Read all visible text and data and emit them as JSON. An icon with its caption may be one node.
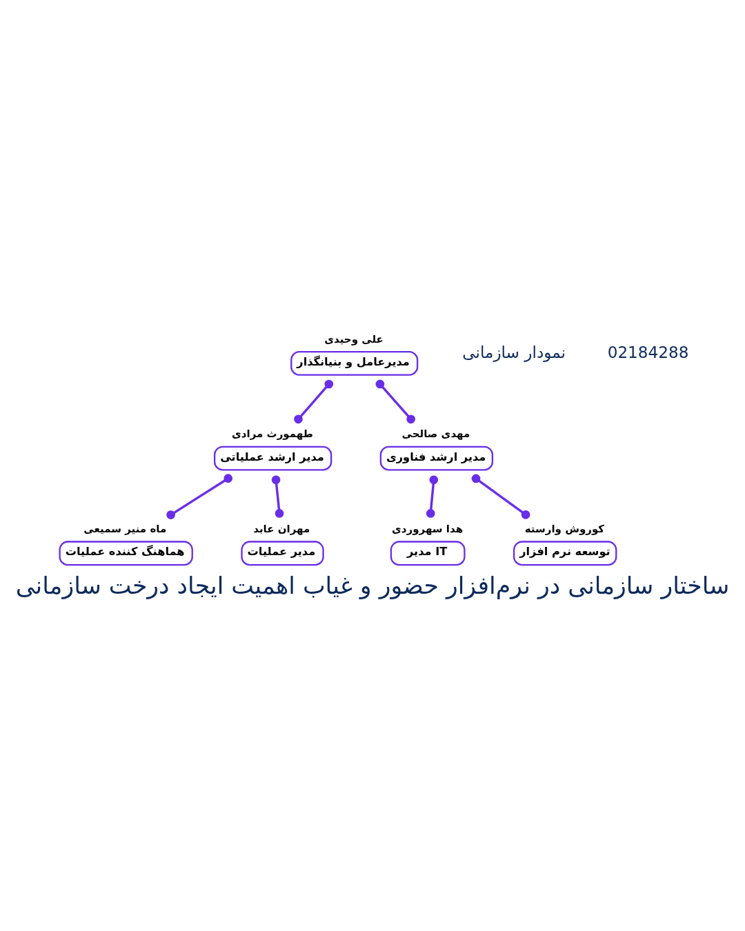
{
  "diagram": {
    "title": "ساختار سازمانی در نرم‌افزار حضور و غیاب اهمیت ایجاد درخت سازمانی",
    "nodes": [
      {
        "text": [
          "علی وحیدی",
          "مدیرعامل و بنیانگذار"
        ]
      },
      {
        "text": [
          "مهدی صالحی",
          "مدیر ارشد فناوری"
        ]
      },
      {
        "text": [
          "طهمورث مرادی",
          "مدیر ارشد عملیاتی"
        ]
      },
      {
        "text": [
          "کوروش وارسته",
          "توسعه نرم افزار"
        ]
      },
      {
        "text": [
          "هدا سهروردی",
          "مدیر IT"
        ]
      },
      {
        "text": [
          "مهران عابد",
          "مدیر عملیات"
        ]
      },
      {
        "text": [
          "ماه منیر سمیعی",
          "هماهنگ کننده عملیات"
        ]
      }
    ],
    "edges": [
      {
        "from": 0,
        "to": 1,
        "arrow": "other"
      },
      {
        "from": 0,
        "to": 2,
        "arrow": "other"
      },
      {
        "from": 1,
        "to": 3,
        "arrow": "other"
      },
      {
        "from": 1,
        "to": 4,
        "arrow": "other"
      },
      {
        "from": 2,
        "to": 5,
        "arrow": "other"
      },
      {
        "from": 2,
        "to": 6,
        "arrow": "other"
      }
    ],
    "labels": [
      "نمودار سازمانی",
      "02184288"
    ]
  }
}
